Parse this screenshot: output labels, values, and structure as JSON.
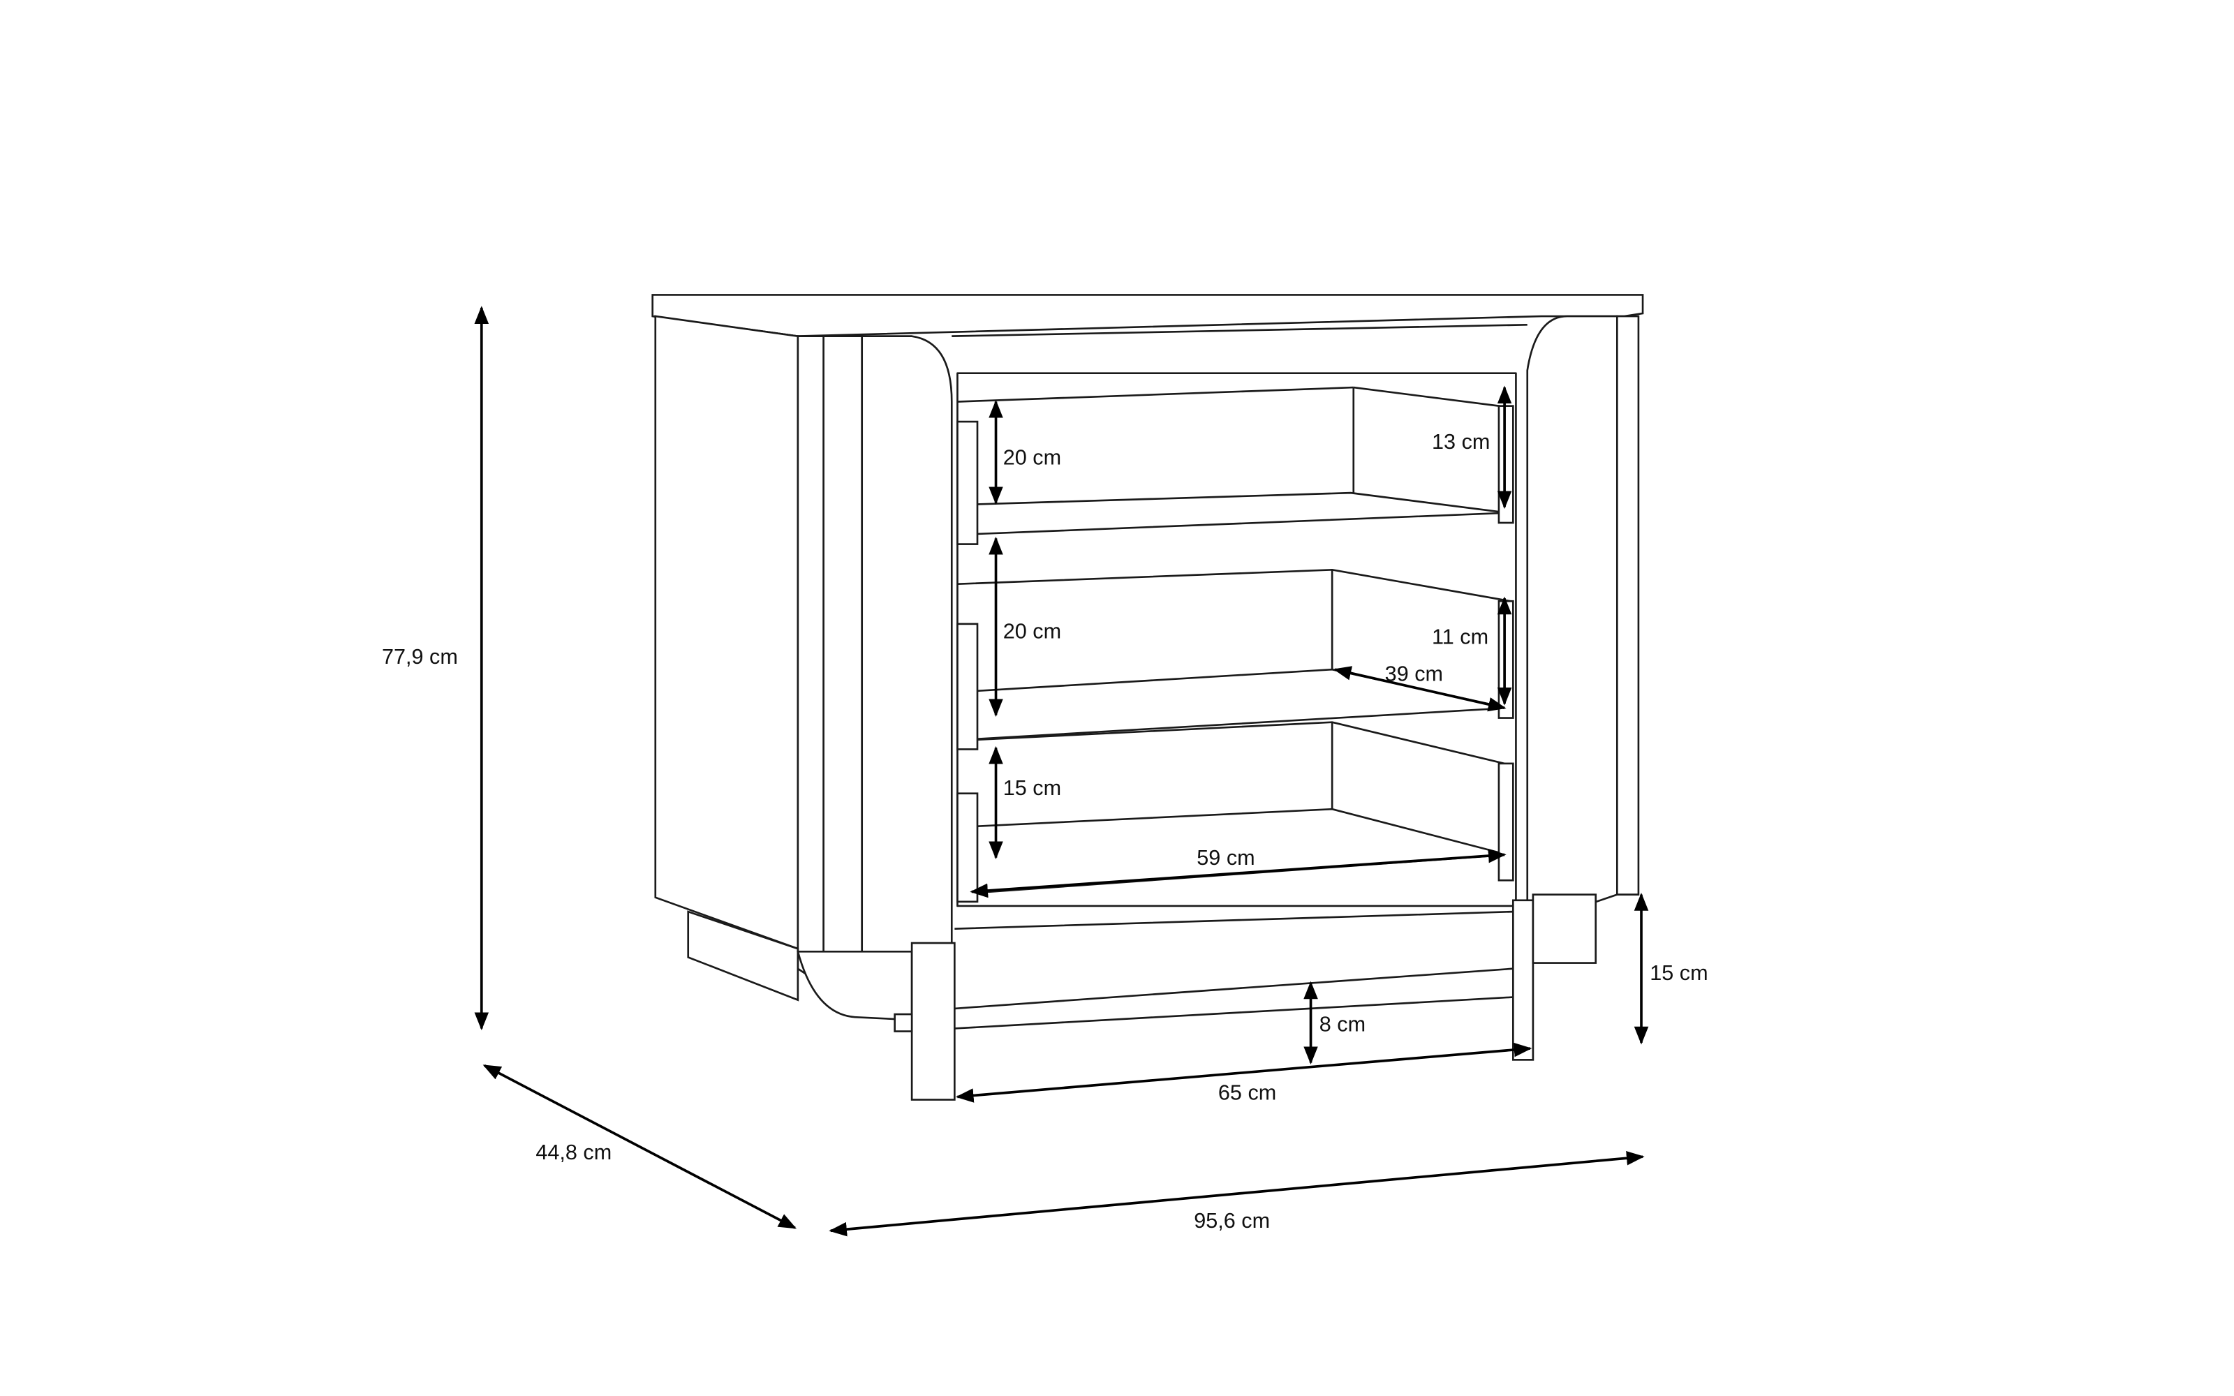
{
  "drawing": {
    "title": "Cabinet dimensions",
    "line_color": "#1a1a1a",
    "dimensions": {
      "height_total": "77,9 cm",
      "depth": "44,8 cm",
      "width": "95,6 cm",
      "leg_height": "15 cm",
      "plinth_clearance": "8 cm",
      "plinth_width": "65 cm",
      "inner_width": "59 cm",
      "shelf_depth": "39 cm",
      "right_upper_height": "13 cm",
      "right_middle_height": "11 cm",
      "top_compartment_height": "20 cm",
      "middle_compartment_height": "20 cm",
      "bottom_compartment_height": "15 cm"
    }
  }
}
